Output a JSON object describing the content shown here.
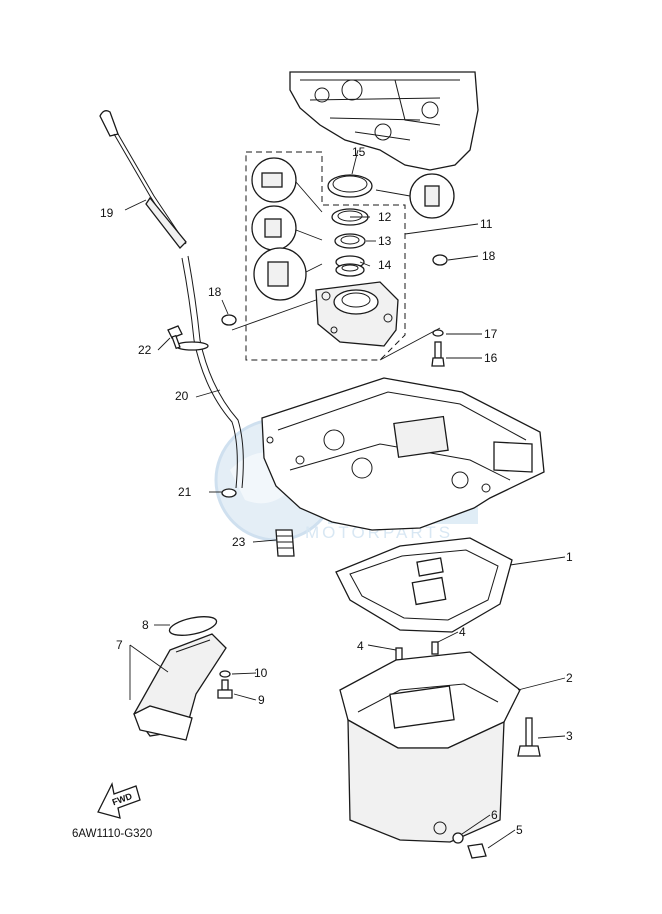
{
  "diagram": {
    "drawing_code": "6AW1110-G320",
    "direction_tag": "FWD",
    "watermark": {
      "brand": "MOTORPARTS",
      "color": "#b9d4ea"
    },
    "callouts": [
      "1",
      "2",
      "3",
      "4",
      "4",
      "5",
      "6",
      "7",
      "8",
      "9",
      "10",
      "11",
      "12",
      "13",
      "14",
      "15",
      "16",
      "17",
      "18",
      "18",
      "19",
      "20",
      "21",
      "22",
      "23"
    ]
  }
}
